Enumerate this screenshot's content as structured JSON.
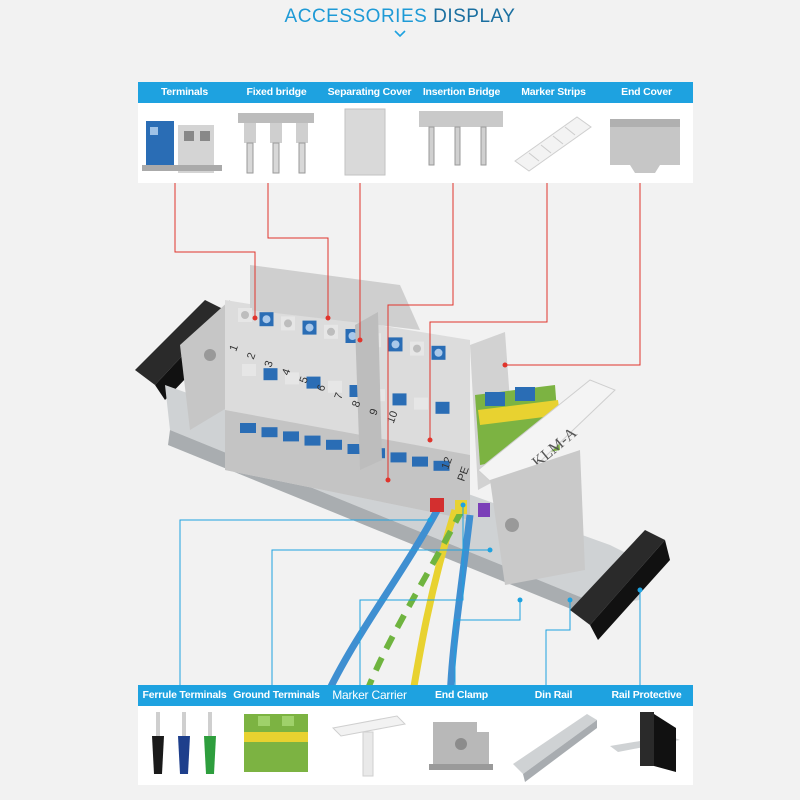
{
  "header": {
    "title_accent": "ACCESSORIES",
    "title_rest": "DISPLAY"
  },
  "top_items": [
    {
      "label": "Terminals",
      "icon": "terminal-blocks-icon"
    },
    {
      "label": "Fixed bridge",
      "icon": "fixed-bridge-icon"
    },
    {
      "label": "Separating Cover",
      "icon": "separating-cover-icon"
    },
    {
      "label": "Insertion Bridge",
      "icon": "insertion-bridge-icon"
    },
    {
      "label": "Marker Strips",
      "icon": "marker-strips-icon"
    },
    {
      "label": "End Cover",
      "icon": "end-cover-icon"
    }
  ],
  "bottom_items": [
    {
      "label": "Ferrule Terminals",
      "icon": "ferrule-terminals-icon"
    },
    {
      "label": "Ground Terminals",
      "icon": "ground-terminal-icon"
    },
    {
      "label": "Marker Carrier",
      "icon": "marker-carrier-icon"
    },
    {
      "label": "End Clamp",
      "icon": "end-clamp-icon"
    },
    {
      "label": "Din Rail",
      "icon": "din-rail-icon"
    },
    {
      "label": "Rail Protective",
      "icon": "rail-protective-icon"
    }
  ],
  "assembly": {
    "numbers": [
      "1",
      "2",
      "3",
      "4",
      "5",
      "6",
      "7",
      "8",
      "9",
      "10"
    ],
    "pe_labels": [
      "12",
      "PE"
    ],
    "marker_text": "KLM-A"
  },
  "colors": {
    "accent": "#1ea2e0",
    "red_leader": "#e0342c",
    "blue_leader": "#1ea2e0",
    "terminal_blue": "#2a6db5",
    "terminal_grey": "#d6d6d6",
    "ground_green": "#7cb342",
    "ground_yellow": "#e8d230"
  }
}
